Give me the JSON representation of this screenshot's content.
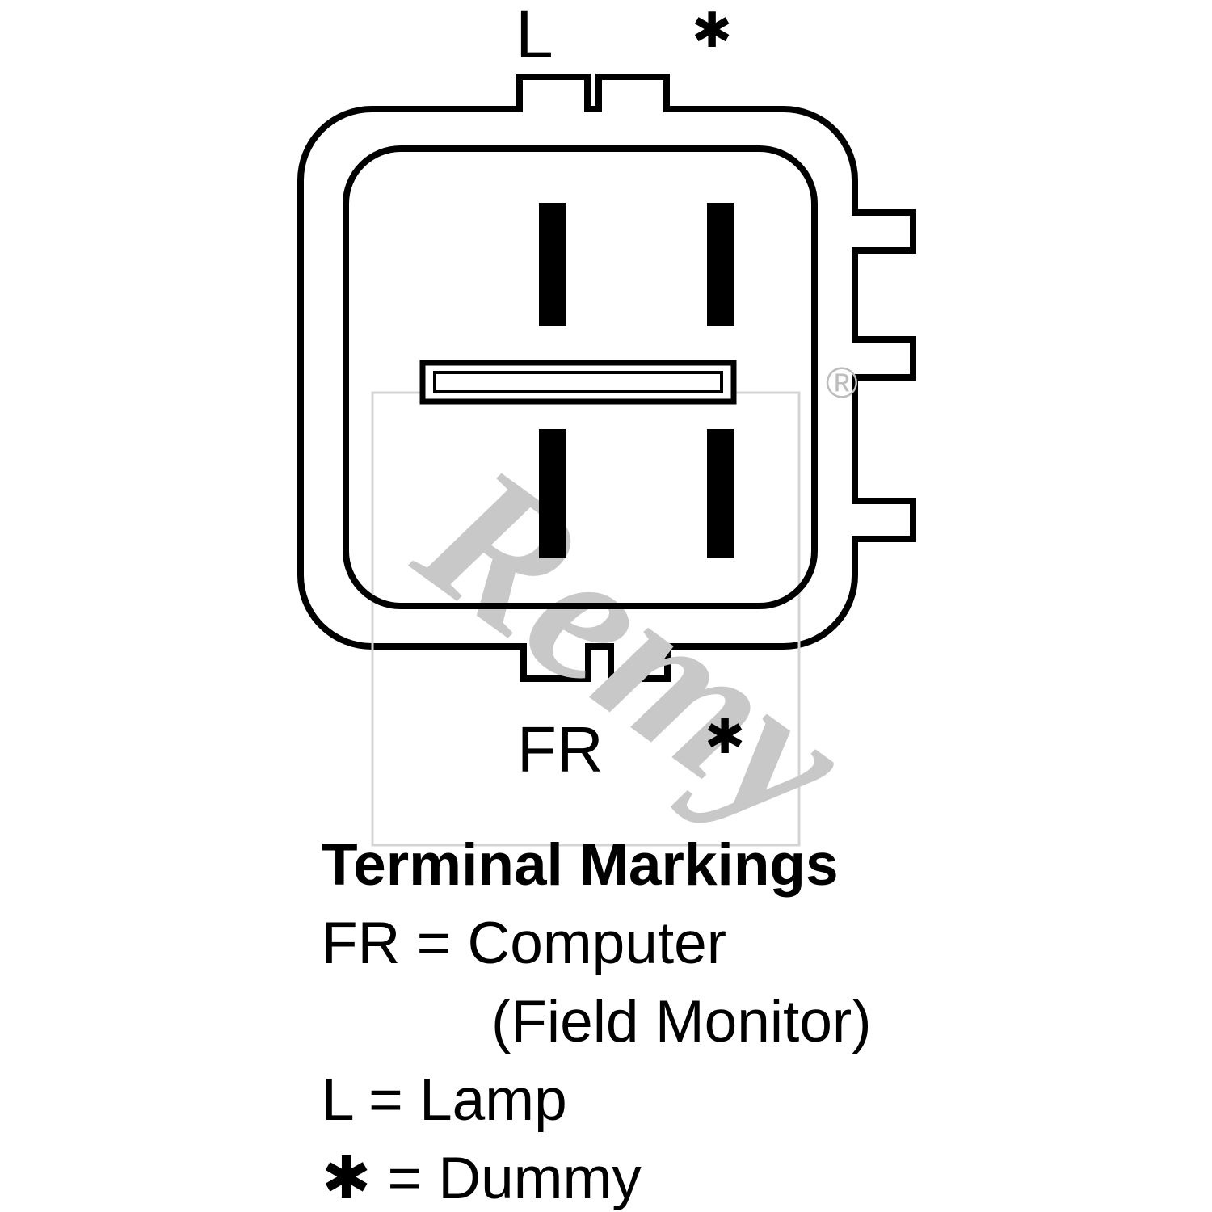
{
  "connector": {
    "pin_labels": {
      "top_left": "L",
      "top_right": "✱",
      "bottom_left": "FR",
      "bottom_right": "✱"
    },
    "watermark": {
      "text": "Remy",
      "registered": "®",
      "color": "#c8c8c8"
    },
    "line_color": "#000000"
  },
  "legend": {
    "title": "Terminal Markings",
    "lines": [
      "FR = Computer",
      "(Field Monitor)",
      "L = Lamp",
      "✱ = Dummy"
    ]
  }
}
